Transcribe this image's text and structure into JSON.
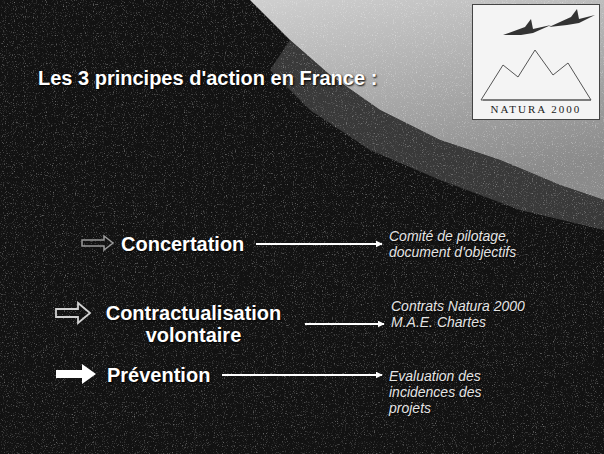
{
  "diagram": {
    "title": "Les 3 principes d'action en France :",
    "nodes": [
      {
        "text": [
          "Concertation"
        ]
      },
      {
        "text": [
          "Comité de pilotage, document d'objectifs"
        ]
      },
      {
        "text": [
          "Contractualisation volontaire"
        ]
      },
      {
        "text": [
          "Contrats Natura 2000 M.A.E. Chartes"
        ]
      },
      {
        "text": [
          "Prévention"
        ]
      },
      {
        "text": [
          "Evaluation des incidences des projets"
        ]
      }
    ],
    "edges": [
      {
        "from": 0,
        "to": 1,
        "arrow": "to"
      },
      {
        "from": 2,
        "to": 3,
        "arrow": "to"
      },
      {
        "from": 4,
        "to": 5,
        "arrow": "to"
      }
    ],
    "labels": [
      "NATURA 2000"
    ]
  }
}
